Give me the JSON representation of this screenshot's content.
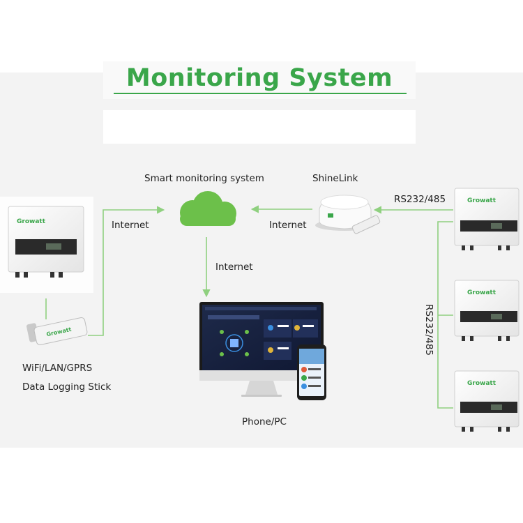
{
  "title": "Monitoring System",
  "labels": {
    "smart_monitoring": "Smart monitoring system",
    "shinelink": "ShineLink",
    "rs_top": "RS232/485",
    "rs_vertical": "RS232/485",
    "internet_left": "Internet",
    "internet_right": "Internet",
    "internet_down": "Internet",
    "stick_line1": "WiFi/LAN/GPRS",
    "stick_line2": "Data Logging Stick",
    "phone_pc": "Phone/PC"
  },
  "brand": {
    "inverter_logo": "Growatt",
    "stick_logo": "Growatt"
  },
  "colors": {
    "accent": "#3aa64a",
    "line": "#8fd07f",
    "cloud": "#6cc04a"
  }
}
